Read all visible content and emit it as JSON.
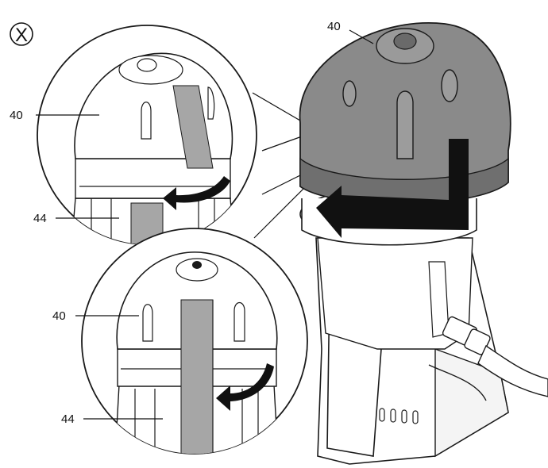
{
  "figure": {
    "step_marker": "X",
    "labels": {
      "main_cover": "40",
      "detail_top_cover": "40",
      "detail_top_base": "44",
      "detail_bottom_cover": "40",
      "detail_bottom_base": "44"
    },
    "colors": {
      "cover_fill": "#8a8a8a",
      "marking_fill": "#a6a6a6",
      "arrow_fill": "#111111",
      "outline": "#1a1a1a"
    }
  }
}
